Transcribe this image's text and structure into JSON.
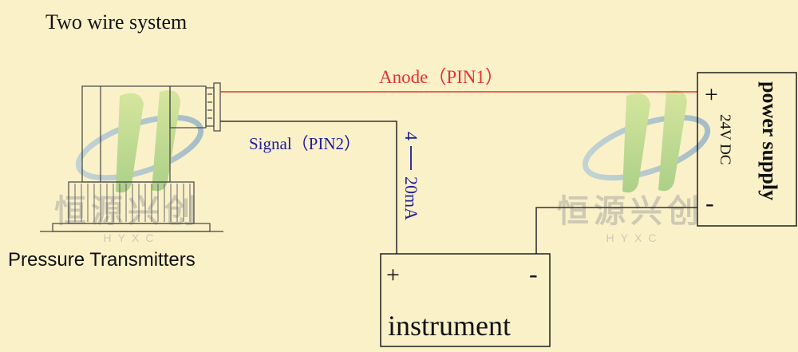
{
  "title": "Two wire system",
  "transmitter": {
    "label": "Pressure Transmitters"
  },
  "wires": {
    "anode_label": "Anode（PIN1）",
    "signal_label": "Signal（PIN2）",
    "current_part1": "4",
    "current_part2": "20mA"
  },
  "power_supply": {
    "label": "power supply",
    "voltage": "24V DC",
    "plus": "+",
    "minus": "-"
  },
  "instrument": {
    "label": "instrument",
    "plus": "+",
    "minus": "-"
  },
  "watermark": {
    "chinese": "恒源兴创",
    "latin": "HYXC"
  },
  "colors": {
    "background": "#fbf1c9",
    "anode_wire": "#e8322f",
    "anode_text": "#e23232",
    "signal_text": "#1e1e9a",
    "line": "#222222"
  }
}
